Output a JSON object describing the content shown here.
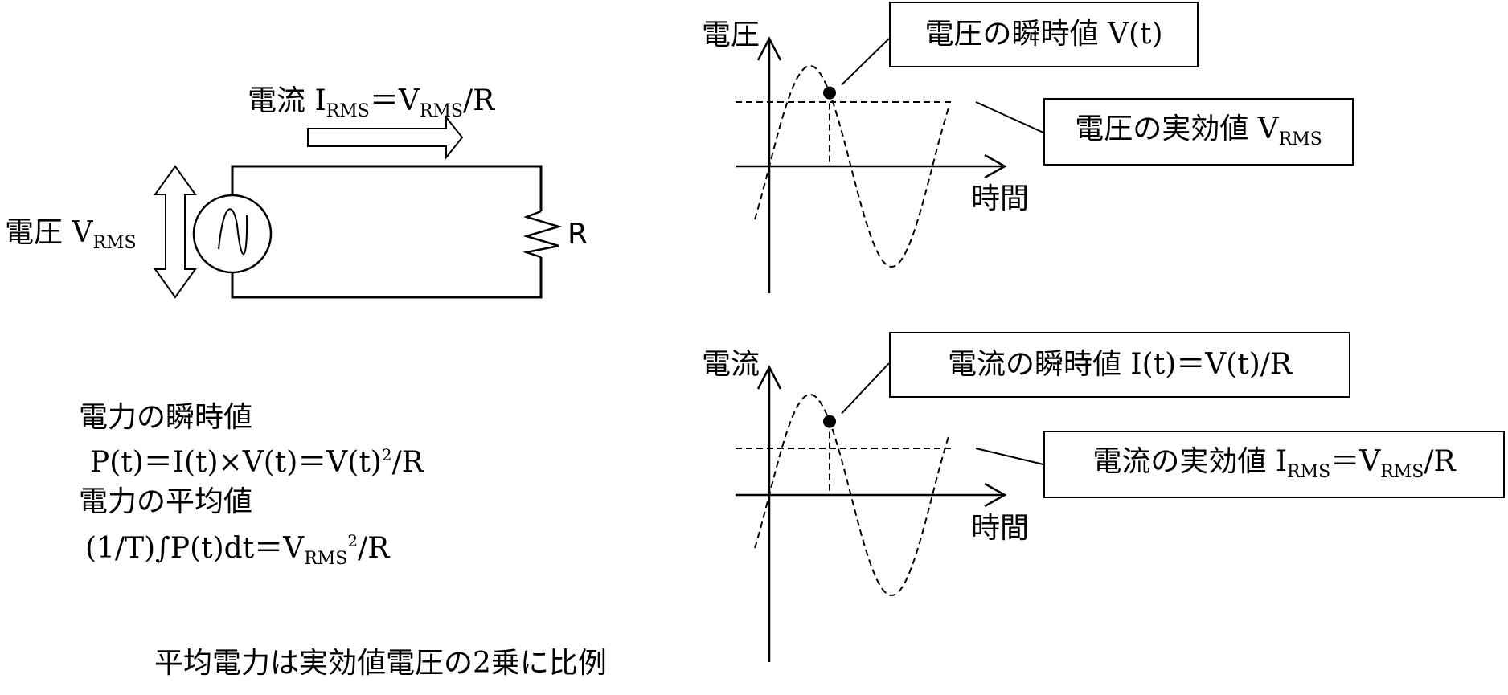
{
  "circuit": {
    "current_label": {
      "main": "電流 I",
      "sub1": "RMS",
      "mid": "＝V",
      "sub2": "RMS",
      "tail": "/R"
    },
    "voltage_label": {
      "main": "電圧 V",
      "sub": "RMS"
    },
    "resistor_label": "R"
  },
  "formulas": {
    "instant_title": "電力の瞬時値",
    "instant_formula": {
      "main": "P(t)＝I(t)×V(t)＝V(t)",
      "sup": "2",
      "tail": "/R"
    },
    "average_title": "電力の平均値",
    "average_formula": {
      "main": "(1/T)∫P(t)dt＝V",
      "sub": "RMS",
      "sup": "2",
      "tail": "/R"
    },
    "conclusion": "平均電力は実効値電圧の2乗に比例"
  },
  "voltage_graph": {
    "y_label": "電圧",
    "x_label": "時間",
    "instant_box": "電圧の瞬時値 V(t)",
    "rms_box": {
      "main": "電圧の実効値 V",
      "sub": "RMS"
    }
  },
  "current_graph": {
    "y_label": "電流",
    "x_label": "時間",
    "instant_box": "電流の瞬時値 I(t)＝V(t)/R",
    "rms_box": {
      "main": "電流の実効値 I",
      "sub1": "RMS",
      "mid": "＝V",
      "sub2": "RMS",
      "tail": "/R"
    }
  }
}
